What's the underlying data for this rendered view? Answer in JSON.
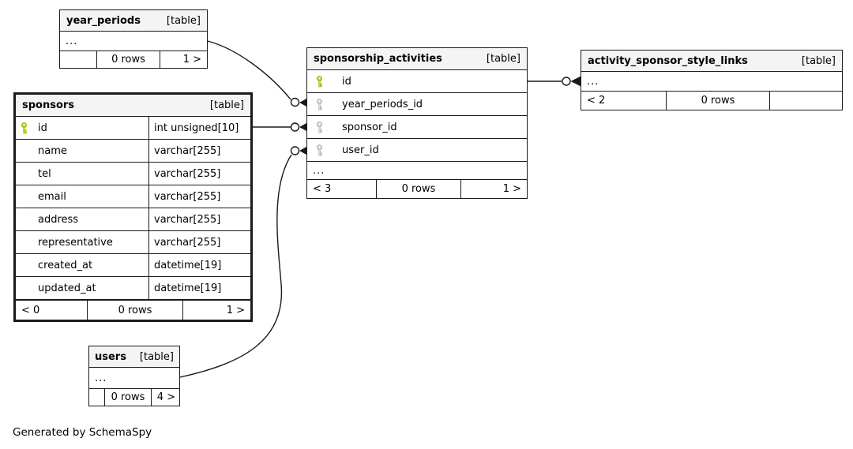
{
  "note": "Generated by SchemaSpy",
  "colors": {
    "border": "#1a1a1a",
    "header_bg": "#f4f4f4",
    "connector": "#1a1a1a",
    "primary_key": "#d4de00",
    "primary_key_stroke": "#99a300",
    "foreign_key": "#dcdcdc",
    "foreign_key_stroke": "#a6a6a6"
  },
  "tables": {
    "year_periods": {
      "name": "year_periods",
      "tag": "[table]",
      "ellipsis": "...",
      "footer": {
        "left": "",
        "center": "0 rows",
        "right": "1 >"
      }
    },
    "sponsors": {
      "name": "sponsors",
      "tag": "[table]",
      "columns": [
        {
          "name": "id",
          "type": "int unsigned[10]",
          "key": "primary"
        },
        {
          "name": "name",
          "type": "varchar[255]",
          "key": ""
        },
        {
          "name": "tel",
          "type": "varchar[255]",
          "key": ""
        },
        {
          "name": "email",
          "type": "varchar[255]",
          "key": ""
        },
        {
          "name": "address",
          "type": "varchar[255]",
          "key": ""
        },
        {
          "name": "representative",
          "type": "varchar[255]",
          "key": ""
        },
        {
          "name": "created_at",
          "type": "datetime[19]",
          "key": ""
        },
        {
          "name": "updated_at",
          "type": "datetime[19]",
          "key": ""
        }
      ],
      "footer": {
        "left": "< 0",
        "center": "0 rows",
        "right": "1 >"
      }
    },
    "sponsorship_activities": {
      "name": "sponsorship_activities",
      "tag": "[table]",
      "columns": [
        {
          "name": "id",
          "key": "primary"
        },
        {
          "name": "year_periods_id",
          "key": "foreign"
        },
        {
          "name": "sponsor_id",
          "key": "foreign"
        },
        {
          "name": "user_id",
          "key": "foreign"
        }
      ],
      "ellipsis": "...",
      "footer": {
        "left": "< 3",
        "center": "0 rows",
        "right": "1 >"
      }
    },
    "activity_sponsor_style_links": {
      "name": "activity_sponsor_style_links",
      "tag": "[table]",
      "ellipsis": "...",
      "footer": {
        "left": "< 2",
        "center": "0 rows",
        "right": ""
      }
    },
    "users": {
      "name": "users",
      "tag": "[table]",
      "ellipsis": "...",
      "footer": {
        "left": "",
        "center": "0 rows",
        "right": "4 >"
      }
    }
  }
}
